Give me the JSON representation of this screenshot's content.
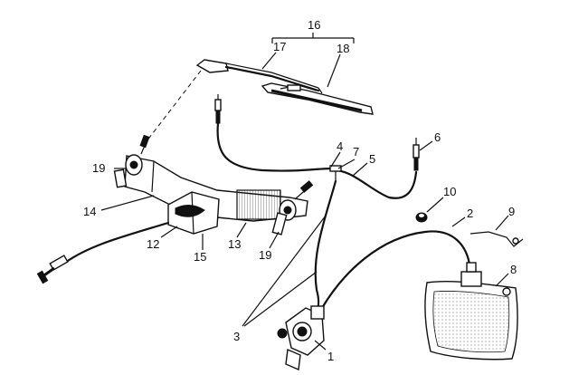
{
  "diagram": {
    "labels": {
      "l1": "1",
      "l2": "2",
      "l3": "3",
      "l4": "4",
      "l5": "5",
      "l6": "6",
      "l7": "7",
      "l8": "8",
      "l9": "9",
      "l10": "10",
      "l12": "12",
      "l13": "13",
      "l14": "14",
      "l15": "15",
      "l16": "16",
      "l17": "17",
      "l18": "18",
      "l19a": "19",
      "l19b": "19"
    }
  }
}
